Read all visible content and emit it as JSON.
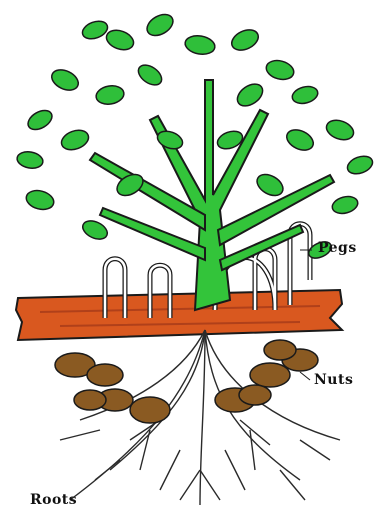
{
  "labels": {
    "pegs": "Pegs",
    "nuts": "Nuts",
    "roots": "Roots"
  },
  "colors": {
    "leaf": "#2fbf3a",
    "stem": "#33c43a",
    "outline": "#1a1a1a",
    "soil": "#d9581f",
    "nut": "#8a5a22",
    "root": "#2b2b2b",
    "peg": "#ffffff"
  }
}
